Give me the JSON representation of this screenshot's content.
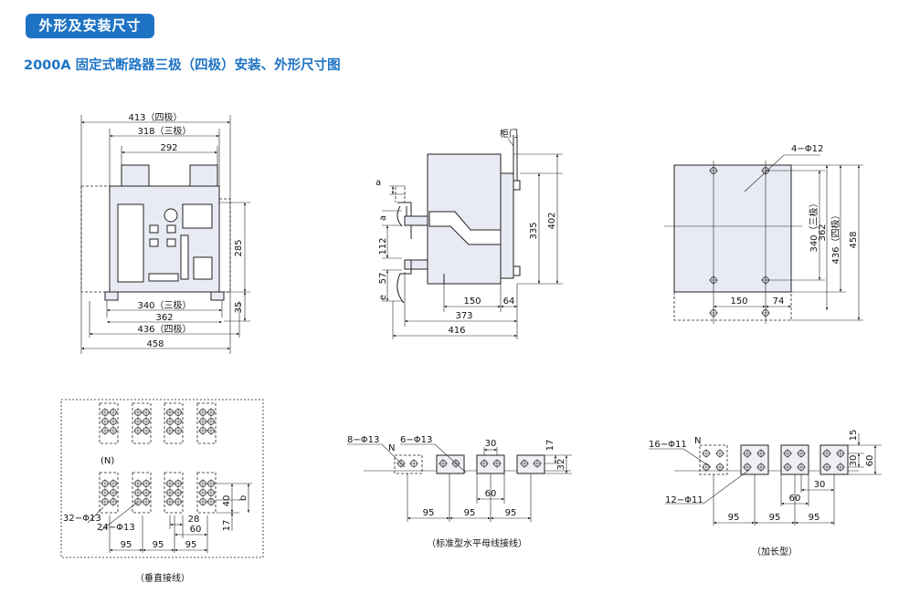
{
  "header": {
    "tag": "外形及安装尺寸",
    "title": "2000A 固定式断路器三极（四极）安装、外形尺寸图"
  },
  "front_view": {
    "dim_413": "413（四极）",
    "dim_318": "318（三极）",
    "dim_292": "292",
    "dim_285": "285",
    "dim_35": "35",
    "dim_340": "340（三极）",
    "dim_362": "362",
    "dim_436": "436（四极）",
    "dim_458": "458"
  },
  "side_view": {
    "door_label": "柜门",
    "a1": "a",
    "a2": "a",
    "d112": "112",
    "d57": "57",
    "e": "e",
    "d335": "335",
    "d402": "402",
    "d150": "150",
    "d64": "64",
    "d373": "373",
    "d416": "416"
  },
  "mount_view": {
    "holes": "4−Φ12",
    "d340": "340（三极）",
    "d362": "362",
    "d436": "436（四极）",
    "d458": "458",
    "d150": "150",
    "d74": "74"
  },
  "vertical": {
    "n_label": "(N)",
    "h32": "32−Φ13",
    "h24": "24−Φ13",
    "d40": "40",
    "b": "b",
    "d17": "17",
    "d28": "28",
    "d60": "60",
    "d95a": "95",
    "d95b": "95",
    "d95c": "95",
    "caption": "（垂直接线）"
  },
  "horizontal": {
    "h8": "8−Φ13",
    "h6": "6−Φ13",
    "n": "N",
    "d30": "30",
    "d17": "17",
    "d32": "32",
    "d60": "60",
    "d95a": "95",
    "d95b": "95",
    "d95c": "95",
    "caption": "（标准型水平母线接线）"
  },
  "extended": {
    "h16": "16−Φ11",
    "h12": "12−Φ11",
    "n": "N",
    "d15": "15",
    "d30": "30",
    "d60": "60",
    "d60b": "60",
    "d30b": "30",
    "d95a": "95",
    "d95b": "95",
    "d95c": "95",
    "caption": "（加长型）"
  }
}
